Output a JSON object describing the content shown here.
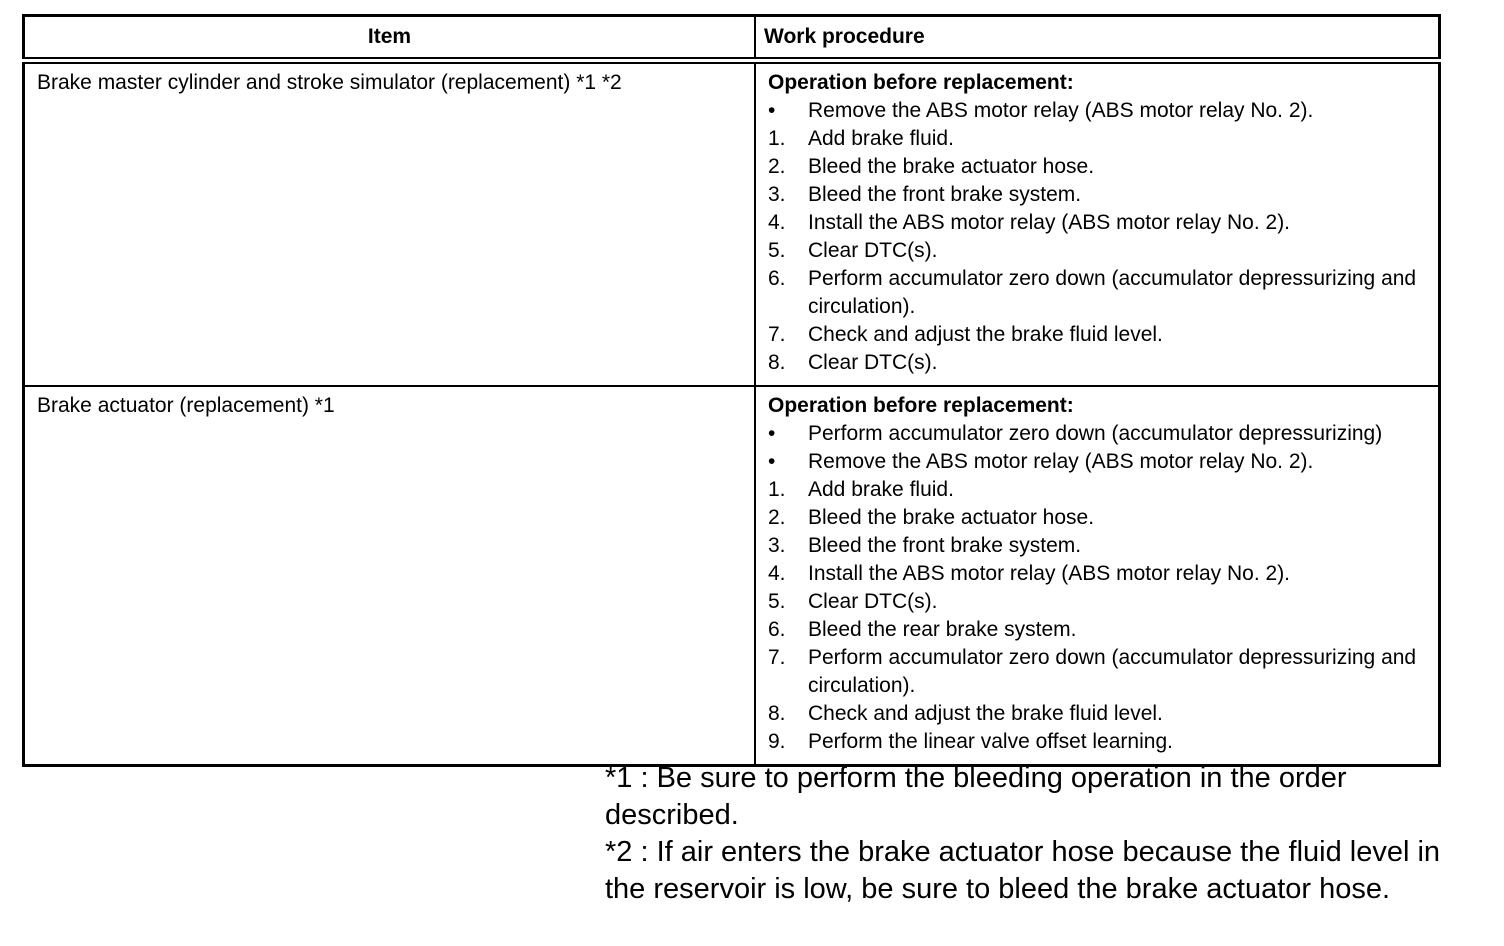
{
  "document": {
    "table": {
      "header": {
        "item": "Item",
        "work": "Work procedure"
      },
      "rows": [
        {
          "item": "Brake master cylinder and stroke simulator (replacement) *1 *2",
          "heading": "Operation before replacement:",
          "steps": [
            {
              "m": "•",
              "t": "Remove the ABS motor relay (ABS motor relay No. 2)."
            },
            {
              "m": "1.",
              "t": "Add brake fluid."
            },
            {
              "m": "2.",
              "t": "Bleed the brake actuator hose."
            },
            {
              "m": "3.",
              "t": "Bleed the front brake system."
            },
            {
              "m": "4.",
              "t": "Install the ABS motor relay (ABS motor relay No. 2)."
            },
            {
              "m": "5.",
              "t": "Clear DTC(s)."
            },
            {
              "m": "6.",
              "t": "Perform accumulator zero down (accumulator depressurizing and circulation)."
            },
            {
              "m": "7.",
              "t": "Check and adjust the brake fluid level."
            },
            {
              "m": "8.",
              "t": "Clear DTC(s)."
            }
          ]
        },
        {
          "item": "Brake actuator (replacement) *1",
          "heading": "Operation before replacement:",
          "steps": [
            {
              "m": "•",
              "t": "Perform accumulator zero down (accumulator depressurizing)"
            },
            {
              "m": "•",
              "t": "Remove the ABS motor relay (ABS motor relay No. 2)."
            },
            {
              "m": "1.",
              "t": "Add brake fluid."
            },
            {
              "m": "2.",
              "t": "Bleed the brake actuator hose."
            },
            {
              "m": "3.",
              "t": "Bleed the front brake system."
            },
            {
              "m": "4.",
              "t": "Install the ABS motor relay (ABS motor relay No. 2)."
            },
            {
              "m": "5.",
              "t": "Clear DTC(s)."
            },
            {
              "m": "6.",
              "t": "Bleed the rear brake system."
            },
            {
              "m": "7.",
              "t": "Perform accumulator zero down (accumulator depressurizing and circulation)."
            },
            {
              "m": "8.",
              "t": "Check and adjust the brake fluid level."
            },
            {
              "m": "9.",
              "t": "Perform the linear valve offset learning."
            }
          ]
        }
      ]
    },
    "footnotes": [
      "*1 : Be sure to perform the bleeding operation in the order described.",
      "*2 : If air enters the brake actuator hose because the fluid level in the reservoir is low, be sure to bleed the brake actuator hose."
    ]
  }
}
